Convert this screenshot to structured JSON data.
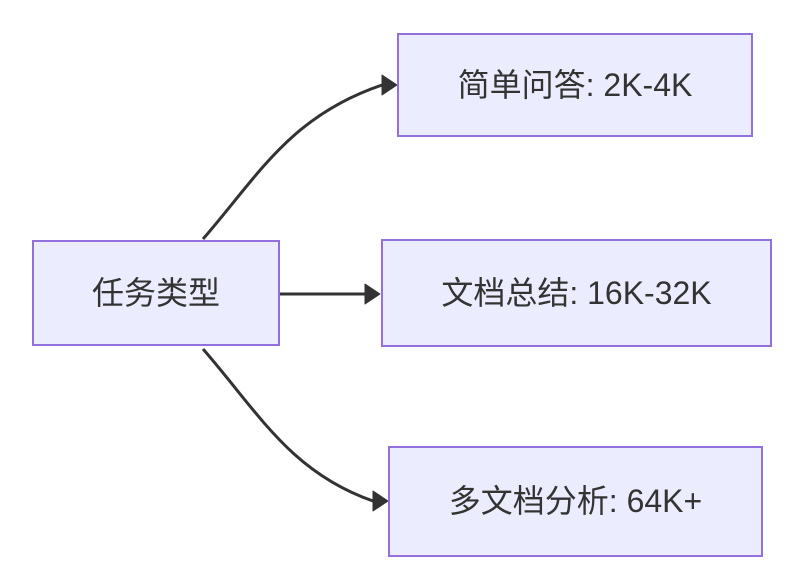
{
  "diagram": {
    "type": "flowchart",
    "direction": "left-to-right",
    "colors": {
      "node_fill": "#ECECFF",
      "node_border": "#9370DB",
      "edge": "#333333",
      "text": "#333333",
      "background": "#FFFFFF"
    },
    "nodes": {
      "task_type": {
        "label": "任务类型"
      },
      "simple_qa": {
        "label": "简单问答: 2K-4K"
      },
      "doc_summary": {
        "label": "文档总结: 16K-32K"
      },
      "multi_doc": {
        "label": "多文档分析: 64K+"
      }
    },
    "edges": [
      {
        "from": "task_type",
        "to": "simple_qa"
      },
      {
        "from": "task_type",
        "to": "doc_summary"
      },
      {
        "from": "task_type",
        "to": "multi_doc"
      }
    ]
  }
}
